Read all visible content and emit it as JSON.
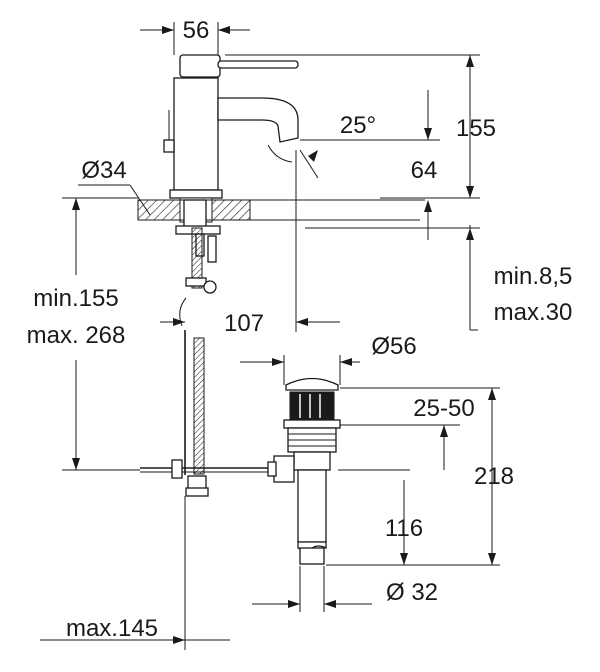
{
  "dimensions": {
    "spout_width": "56",
    "total_height": "155",
    "spout_angle": "25°",
    "spout_height": "64",
    "shank_diameter": "Ø34",
    "deck_thickness": [
      "min.8,5",
      "max.30"
    ],
    "hose_length": [
      "min.155",
      "max. 268"
    ],
    "reach": "107",
    "waste_diameter": "Ø56",
    "waste_range": "25-50",
    "waste_height": "218",
    "tailpiece_height": "116",
    "tail_diameter": "Ø 32",
    "rod_max": "max.145"
  },
  "colors": {
    "ink": "#1a1a1a",
    "background": "#ffffff"
  }
}
